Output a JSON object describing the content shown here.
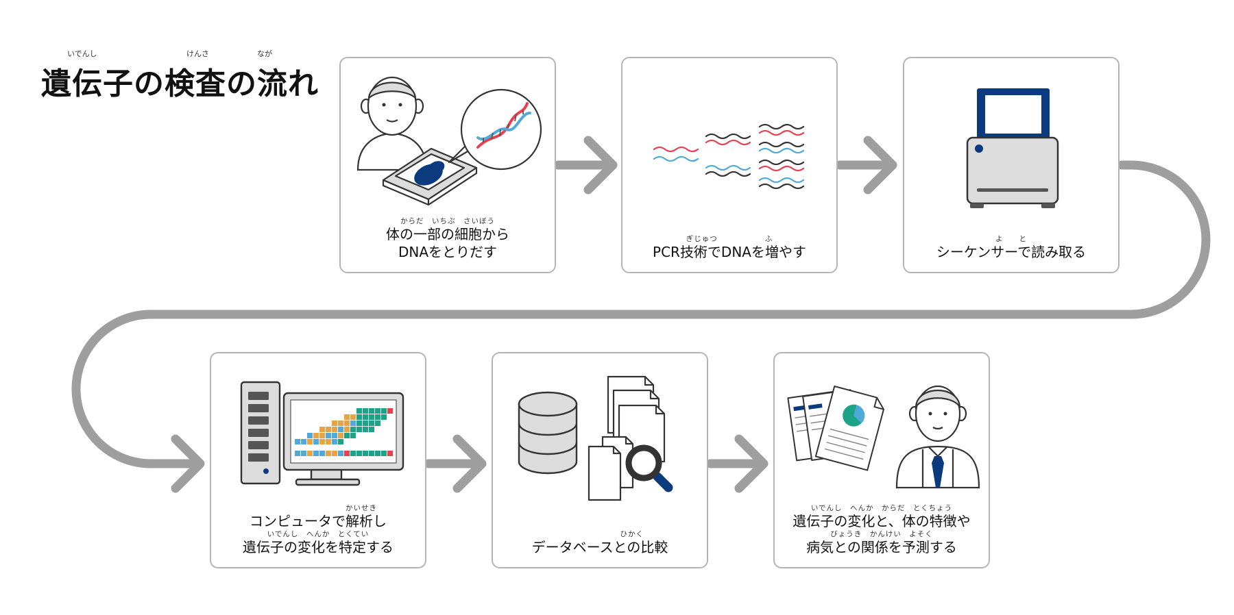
{
  "title": {
    "text": "遺伝子の検査の流れ",
    "ruby": [
      "いでんし",
      "けんさ",
      "なが"
    ]
  },
  "steps": [
    {
      "ruby1": "からだ　いちぶ　さいぼう",
      "line1": "体の一部の細胞から",
      "line2": "DNAをとりだす"
    },
    {
      "ruby1": "ぎじゅつ　　　　　　ふ",
      "line1": "PCR技術でDNAを増やす"
    },
    {
      "ruby1": "よ　　と",
      "line1": "シーケンサーで読み取る"
    },
    {
      "ruby1": "かいせき",
      "line1": "コンピュータで解析し",
      "ruby2": "いでんし　へんか　とくてい",
      "line2": "遺伝子の変化を特定する"
    },
    {
      "ruby1": "ひかく",
      "line1": "データベースとの比較"
    },
    {
      "ruby1": "いでんし　へんか　からだ　とくちょう",
      "line1": "遺伝子の変化と、体の特徴や",
      "ruby2": "びょうき　かんけい　よそく",
      "line2": "病気との関係を予測する"
    }
  ],
  "colors": {
    "navy": "#0c3a7e",
    "red": "#e8404f",
    "blue": "#4fa9d9",
    "teal": "#1aa387",
    "orange": "#e6a545",
    "connector": "#9e9e9e",
    "border": "#b4b4b4",
    "device": "#dcdcdc"
  },
  "icons": [
    "person-icon",
    "dna-icon",
    "sample-tray-icon",
    "dna-strands-icon",
    "sequencer-icon",
    "computer-icon",
    "database-icon",
    "documents-icon",
    "magnifier-icon",
    "report-icon",
    "doctor-icon"
  ]
}
